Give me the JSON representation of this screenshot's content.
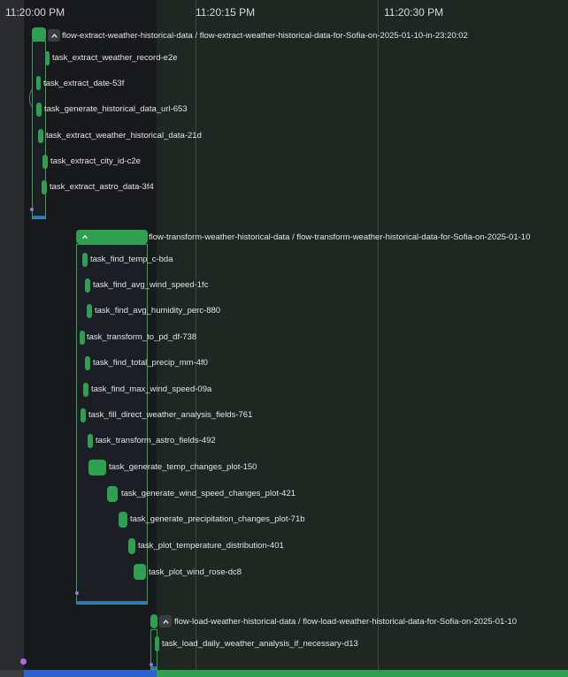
{
  "timeline": {
    "ticks": [
      "11:20:00 PM",
      "11:20:15 PM",
      "11:20:30 PM"
    ]
  },
  "flows": [
    {
      "name": "flow-extract-weather-historical-data / flow-extract-weather-historical-data-for-Sofia-on-2025-01-10-in-23:20:02",
      "collapse_icon": "chevron-up-icon",
      "tasks": [
        "task_extract_weather_record-e2e",
        "task_extract_date-53f",
        "task_generate_historical_data_url-653",
        "task_extract_weather_historical_data-21d",
        "task_extract_city_id-c2e",
        "task_extract_astro_data-3f4"
      ]
    },
    {
      "name": "flow-transform-weather-historical-data / flow-transform-weather-historical-data-for-Sofia-on-2025-01-10",
      "collapse_icon": "chevron-up-icon",
      "tasks": [
        "task_find_temp_c-bda",
        "task_find_avg_wind_speed-1fc",
        "task_find_avg_humidity_perc-880",
        "task_transform_to_pd_df-738",
        "task_find_total_precip_mm-4f0",
        "task_find_max_wind_speed-09a",
        "task_fill_direct_weather_analysis_fields-761",
        "task_transform_astro_fields-492",
        "task_generate_temp_changes_plot-150",
        "task_generate_wind_speed_changes_plot-421",
        "task_generate_precipitation_changes_plot-71b",
        "task_plot_temperature_distribution-401",
        "task_plot_wind_rose-dc8"
      ]
    },
    {
      "name": "flow-load-weather-historical-data / flow-load-weather-historical-data-for-Sofia-on-2025-01-10",
      "collapse_icon": "chevron-up-icon",
      "tasks": [
        "task_load_daily_weather_analysis_if_necessary-d13"
      ]
    }
  ],
  "colors": {
    "completed": "#2ea04f",
    "running_scope": "#2f62d0",
    "now_marker": "#b06ae8"
  }
}
